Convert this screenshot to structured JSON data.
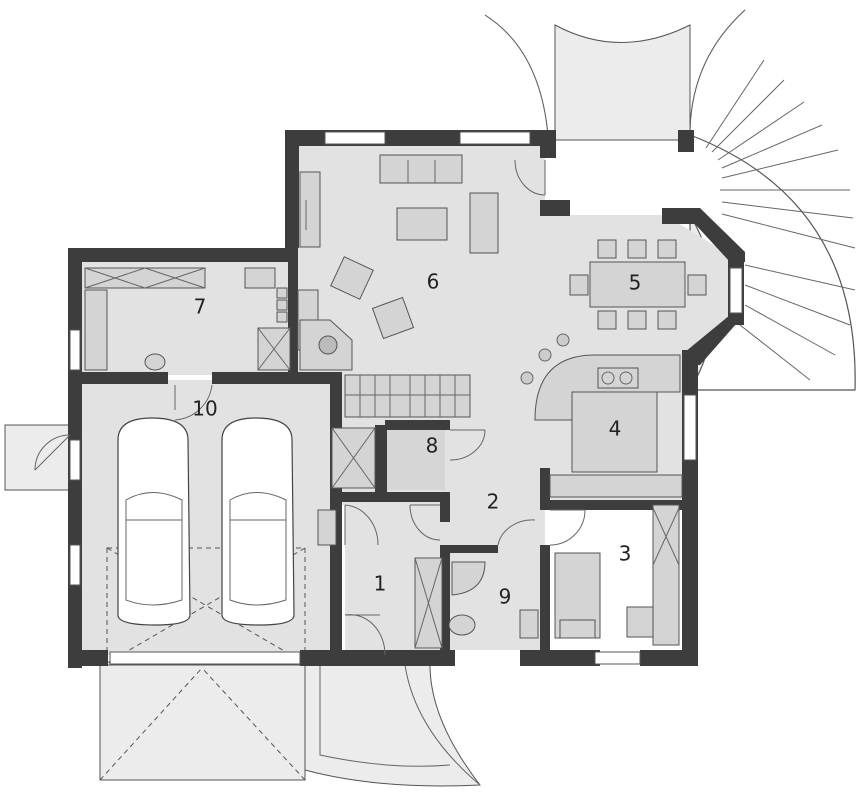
{
  "rooms": [
    {
      "id": "room-1",
      "label": "1"
    },
    {
      "id": "room-2",
      "label": "2"
    },
    {
      "id": "room-3",
      "label": "3"
    },
    {
      "id": "room-4",
      "label": "4"
    },
    {
      "id": "room-5",
      "label": "5"
    },
    {
      "id": "room-6",
      "label": "6"
    },
    {
      "id": "room-7",
      "label": "7"
    },
    {
      "id": "room-8",
      "label": "8"
    },
    {
      "id": "room-9",
      "label": "9"
    },
    {
      "id": "room-10",
      "label": "10"
    }
  ],
  "colors": {
    "wall": "#3d3d3d",
    "floor": "#e2e2e2",
    "terrace": "#ececec"
  }
}
